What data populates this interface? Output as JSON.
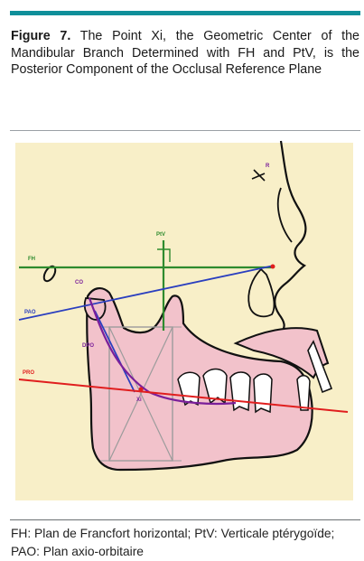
{
  "caption": {
    "label": "Figure 7.",
    "text": "The Point Xi, the Geometric Center of the Mandibular Branch Determined with FH and PtV, is the Posterior Component of the Occlusal Reference Plane"
  },
  "figure": {
    "labels": {
      "fh": "FH",
      "ptv": "PtV",
      "co": "CO",
      "pao": "PAO",
      "dpo": "DPO",
      "pro": "PRO",
      "xi": "Xi",
      "r": "R"
    },
    "colors": {
      "background": "#f8efc8",
      "mandible": "#f2c2cb",
      "fh_line": "#2e8b2e",
      "pao_line": "#2b3fbf",
      "pro_line": "#e01e1e",
      "curve": "#7a1f9a"
    }
  },
  "footnote": "FH: Plan de Francfort horizontal; PtV: Verticale ptérygoïde; PAO: Plan axio-orbitaire"
}
